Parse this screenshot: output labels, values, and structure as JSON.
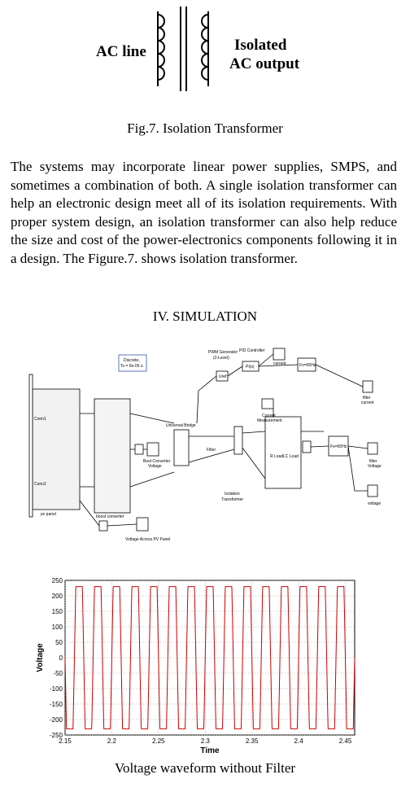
{
  "figure7": {
    "left_label": "AC line",
    "right_label_1": "Isolated",
    "right_label_2": "AC output",
    "caption": "Fig.7. Isolation Transformer"
  },
  "paragraph": "The systems may incorporate linear power supplies, SMPS, and sometimes a combination of both. A single isolation transformer can help an electronic design meet all of its isolation requirements. With proper system design, an isolation transformer can also help reduce the size and cost of the power-electronics components following it in a design. The Figure.7. shows isolation transformer.",
  "section_heading": "IV. SIMULATION",
  "simulink": {
    "discrete": "Discrete,",
    "ts": "Ts = 5e-05 s.",
    "pwm_1": "PWM Generator",
    "pwm_2": "(2-Level)",
    "pid": "PID Controller",
    "uref": "Uref",
    "pi_in": "PI(s)",
    "current_scope": "current",
    "fo_upper": "Fo=50Hz",
    "filter_current_1": "filter",
    "filter_current_2": "current",
    "universal_bridge": "Universal Bridge",
    "current_meas_1": "Current",
    "current_meas_2": "Measurement",
    "filter_label": "Filter",
    "r_load": "R Load",
    "lc_load": "LC Load",
    "isolation_1": "Isolation",
    "isolation_2": "Transformer",
    "fo_lower": "Fo=50Hz",
    "filter_voltage_1": "filter",
    "filter_voltage_2": "Voltage",
    "voltage_scope": "voltage",
    "boost_conv_voltage_1": "Bost Converter",
    "boost_conv_voltage_2": "Voltage",
    "conn1": "Conn1",
    "conn2": "Conn2",
    "pv_panel": "pv panel",
    "boost_converter": "boost converter",
    "voltage_across_pv": "Voltage Across PV Panel"
  },
  "chart_data": {
    "type": "line",
    "title": "",
    "xlabel": "Time",
    "ylabel": "Voltage",
    "xlim": [
      2.15,
      2.46
    ],
    "ylim": [
      -250,
      250
    ],
    "x_ticks": [
      2.15,
      2.2,
      2.25,
      2.3,
      2.35,
      2.4,
      2.45
    ],
    "x_tick_labels": [
      "2.15",
      "2.2",
      "2.25",
      "2.3",
      "2.35",
      "2.4",
      "2.45"
    ],
    "y_ticks": [
      250,
      200,
      150,
      100,
      50,
      0,
      -50,
      -100,
      -150,
      -200,
      -250
    ],
    "y_tick_labels": [
      "250",
      "200",
      "150",
      "100",
      "50",
      "0",
      "-50",
      "-100",
      "-150",
      "-200",
      "-250"
    ],
    "grid": true,
    "series": [
      {
        "frequency_hz": 50,
        "amplitude": 230,
        "waveform": "clipped sine",
        "color": "#cc0000"
      }
    ]
  },
  "caption": "Voltage waveform without Filter"
}
